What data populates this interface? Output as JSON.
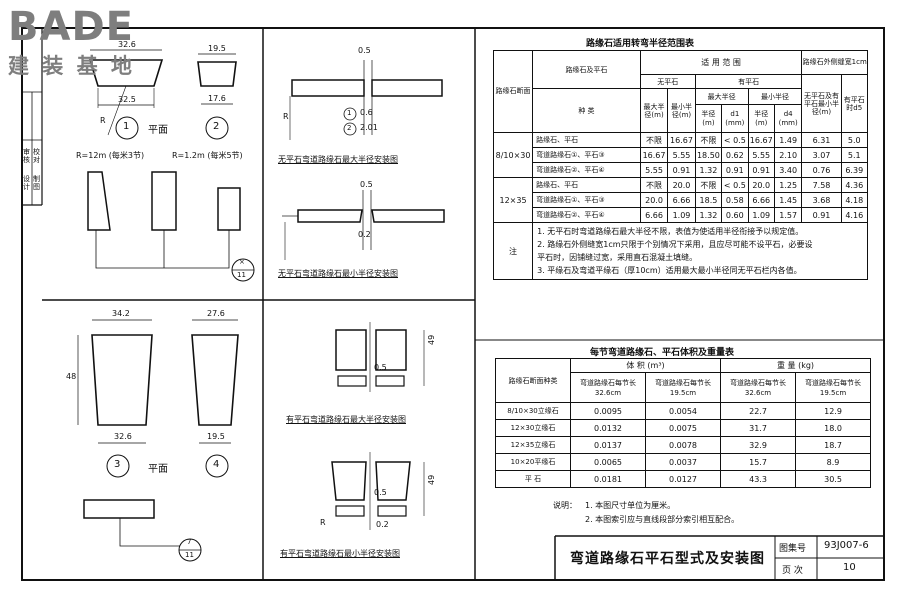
{
  "watermark": {
    "brand": "BADE",
    "sub": "建 装 基 地"
  },
  "left_strip": [
    "审核",
    "校对",
    "设计",
    "制图"
  ],
  "top_left": {
    "dim_32_6": "32.6",
    "dim_19_5": "19.5",
    "dim_32_5": "32.5",
    "dim_17_6": "17.6",
    "r_label": "R",
    "circle1": "1",
    "circle2": "2",
    "plan_label": "平面",
    "radius_note_1": "R=12m (每米3节)",
    "radius_note_2": "R=1.2m (每米5节)",
    "ref_top": "×",
    "ref_bottom": "11"
  },
  "bottom_left": {
    "dim_34_2": "34.2",
    "dim_27_6": "27.6",
    "dim_48": "48",
    "dim_32_6": "32.6",
    "dim_19_5": "19.5",
    "circle3": "3",
    "circle4": "4",
    "plan_label": "平面",
    "ref_top": "7",
    "ref_bottom": "11"
  },
  "mid_top": {
    "dim_0_5a": "0.5",
    "dim_0_6": "0.6",
    "dim_2_01": "2.01",
    "circle1": "1",
    "circle2": "2",
    "r_label": "R",
    "caption1": "无平石弯道路缘石最大半径安装图",
    "dim_0_5b": "0.5",
    "dim_0_2": "0.2",
    "caption2": "无平石弯道路缘石最小半径安装图"
  },
  "mid_bottom": {
    "dim_49a": "49",
    "dim_0_5a": "0.5",
    "caption1": "有平石弯道路缘石最大半径安装图",
    "dim_49b": "49",
    "dim_0_5b": "0.5",
    "dim_0_2": "0.2",
    "r_label": "R",
    "caption2": "有平石弯道路缘石最小半径安装图"
  },
  "table1": {
    "title": "路缘石适用转弯半径范围表",
    "h_section": "路缘石断面",
    "h_type_top": "路缘石及平石",
    "h_type_bottom": "种 类",
    "h_range": "适 用 范 围",
    "h_no_flat": "无平石",
    "h_with_flat": "有平石",
    "h_max_r": "最大半径",
    "h_min_r": "最小半径",
    "h_max_r_note": "最大半径(m)",
    "h_min_r_note": "最小半径(m)",
    "h_radius": "半径",
    "h_radius_unit": "(m)",
    "h_d1": "d1",
    "h_d4": "d4",
    "h_mm": "(mm)",
    "h_outer": "路缘石外侧缝宽1cm",
    "h_outer_a": "无平石及有平石最小半径(m)",
    "h_outer_b": "有平石时d5",
    "section_1": "8/10×30",
    "section_2": "12×35",
    "rows": [
      [
        "路缘石、平石",
        "不限",
        "16.67",
        "不限",
        "< 0.5",
        "16.67",
        "1.49",
        "6.31",
        "5.0"
      ],
      [
        "弯道路缘石①、平石③",
        "16.67",
        "5.55",
        "18.50",
        "0.62",
        "5.55",
        "2.10",
        "3.07",
        "5.1"
      ],
      [
        "弯道路缘石②、平石④",
        "5.55",
        "0.91",
        "1.32",
        "0.91",
        "0.91",
        "3.40",
        "0.76",
        "6.39"
      ],
      [
        "路缘石、平石",
        "不限",
        "20.0",
        "不限",
        "< 0.5",
        "20.0",
        "1.25",
        "7.58",
        "4.36"
      ],
      [
        "弯道路缘石①、平石③",
        "20.0",
        "6.66",
        "18.5",
        "0.58",
        "6.66",
        "1.45",
        "3.68",
        "4.18"
      ],
      [
        "弯道路缘石②、平石④",
        "6.66",
        "1.09",
        "1.32",
        "0.60",
        "1.09",
        "1.57",
        "0.91",
        "4.16"
      ]
    ],
    "note_label": "注",
    "notes": [
      "1. 无平石时弯道路缘石最大半径不限，表值为使适用半径衔接予以规定值。",
      "2. 路缘石外侧缝宽1cm只限于个别情况下采用，且应尽可能不设平石，必要设",
      "   平石时，因铺缝过宽，采用直石混凝土填缝。",
      "3. 平缘石及弯道平缘石（厚10cm）适用最大最小半径同无平石栏内各值。"
    ]
  },
  "table2": {
    "title": "每节弯道路缘石、平石体积及重量表",
    "h_type": "路缘石断面种类",
    "h_volume": "体 积 (m³)",
    "h_weight": "重 量 (kg)",
    "h_col_a": "弯道路缘石每节长32.6cm",
    "h_col_b": "弯道路缘石每节长19.5cm",
    "rows": [
      [
        "8/10×30立缘石",
        "0.0095",
        "0.0054",
        "22.7",
        "12.9"
      ],
      [
        "12×30立缘石",
        "0.0132",
        "0.0075",
        "31.7",
        "18.0"
      ],
      [
        "12×35立缘石",
        "0.0137",
        "0.0078",
        "32.9",
        "18.7"
      ],
      [
        "10×20平缘石",
        "0.0065",
        "0.0037",
        "15.7",
        "8.9"
      ],
      [
        "平 石",
        "0.0181",
        "0.0127",
        "43.3",
        "30.5"
      ]
    ]
  },
  "notes_bottom": {
    "label": "说明：",
    "items": [
      "1. 本图尺寸单位为厘米。",
      "2. 本图索引应与直线段部分索引相互配合。"
    ]
  },
  "title_block": {
    "title": "弯道路缘石平石型式及安装图",
    "atlas_label": "图集号",
    "atlas_value": "93J007-6",
    "page_label": "页 次",
    "page_value": "10"
  }
}
